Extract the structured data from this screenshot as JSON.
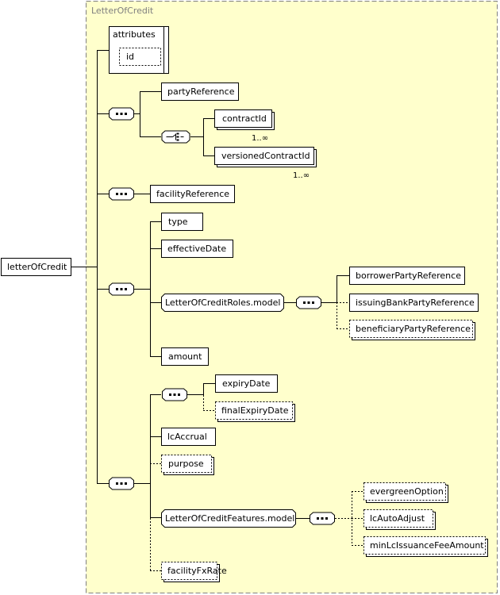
{
  "complex_type": "LetterOfCredit",
  "root_element": "letterOfCredit",
  "attributes": {
    "label": "attributes",
    "items": [
      "id"
    ]
  },
  "elements": {
    "partyReference": "partyReference",
    "contractId": "contractId",
    "versionedContractId": "versionedContractId",
    "facilityReference": "facilityReference",
    "type": "type",
    "effectiveDate": "effectiveDate",
    "rolesModel": "LetterOfCreditRoles.model",
    "borrowerPartyReference": "borrowerPartyReference",
    "issuingBankPartyReference": "issuingBankPartyReference",
    "beneficiaryPartyReference": "beneficiaryPartyReference",
    "amount": "amount",
    "expiryDate": "expiryDate",
    "finalExpiryDate": "finalExpiryDate",
    "lcAccrual": "lcAccrual",
    "purpose": "purpose",
    "featuresModel": "LetterOfCreditFeatures.model",
    "evergreenOption": "evergreenOption",
    "lcAutoAdjust": "lcAutoAdjust",
    "minLcIssuanceFeeAmount": "minLcIssuanceFeeAmount",
    "facilityFxRate": "facilityFxRate"
  },
  "multiplicity": {
    "contractId": "1..∞",
    "versionedContractId": "1..∞"
  },
  "colors": {
    "type_background": "#ffffcc",
    "border": "#000000",
    "type_border": "#808080"
  }
}
